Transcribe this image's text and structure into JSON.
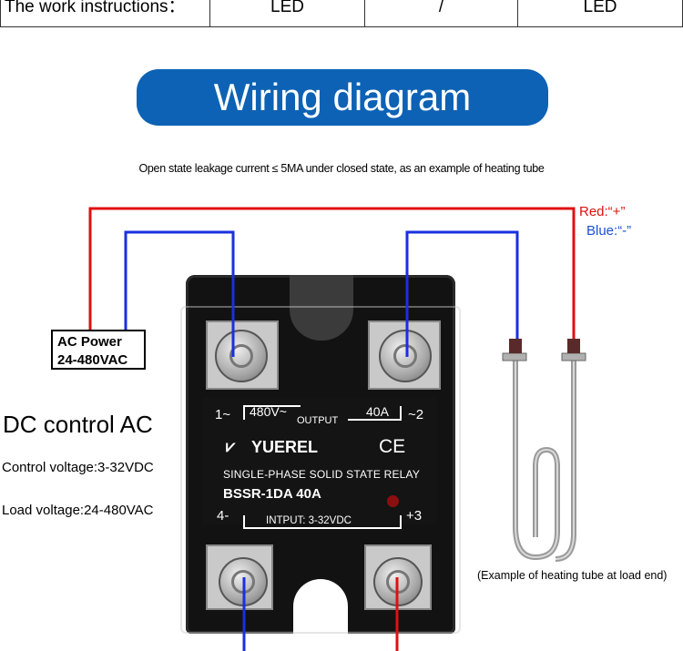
{
  "table_row": {
    "label": "The work instructions：",
    "col2": "LED",
    "col3": "/",
    "col4": "LED"
  },
  "title": "Wiring diagram",
  "leakage_note": "Open state leakage current ≤ 5MA under closed state, as an example of heating tube",
  "legend": {
    "red": "Red:“+”",
    "blue": "Blue:“-”"
  },
  "ac_power": {
    "line1": "AC Power",
    "line2": "24-480VAC"
  },
  "control_type": "DC control AC",
  "control_voltage": "Control voltage:3-32VDC",
  "load_voltage": "Load voltage:24-480VAC",
  "relay": {
    "terminal_1": "1~",
    "terminal_2": "~2",
    "terminal_3": "+3",
    "terminal_4": "4-",
    "output_voltage": "480V~",
    "output_label": "OUTPUT",
    "output_current": "40A",
    "brand": "YUEREL",
    "ce_mark": "CE",
    "description": "SINGLE-PHASE SOLID STATE RELAY",
    "model": "BSSR-1DA 40A",
    "input_label": "INTPUT: 3-32VDC"
  },
  "heating_tube_caption": "(Example of heating tube at load end)",
  "colors": {
    "red_wire": "#e01010",
    "blue_wire": "#1a2fe0",
    "title_bg": "#0d62b5"
  }
}
